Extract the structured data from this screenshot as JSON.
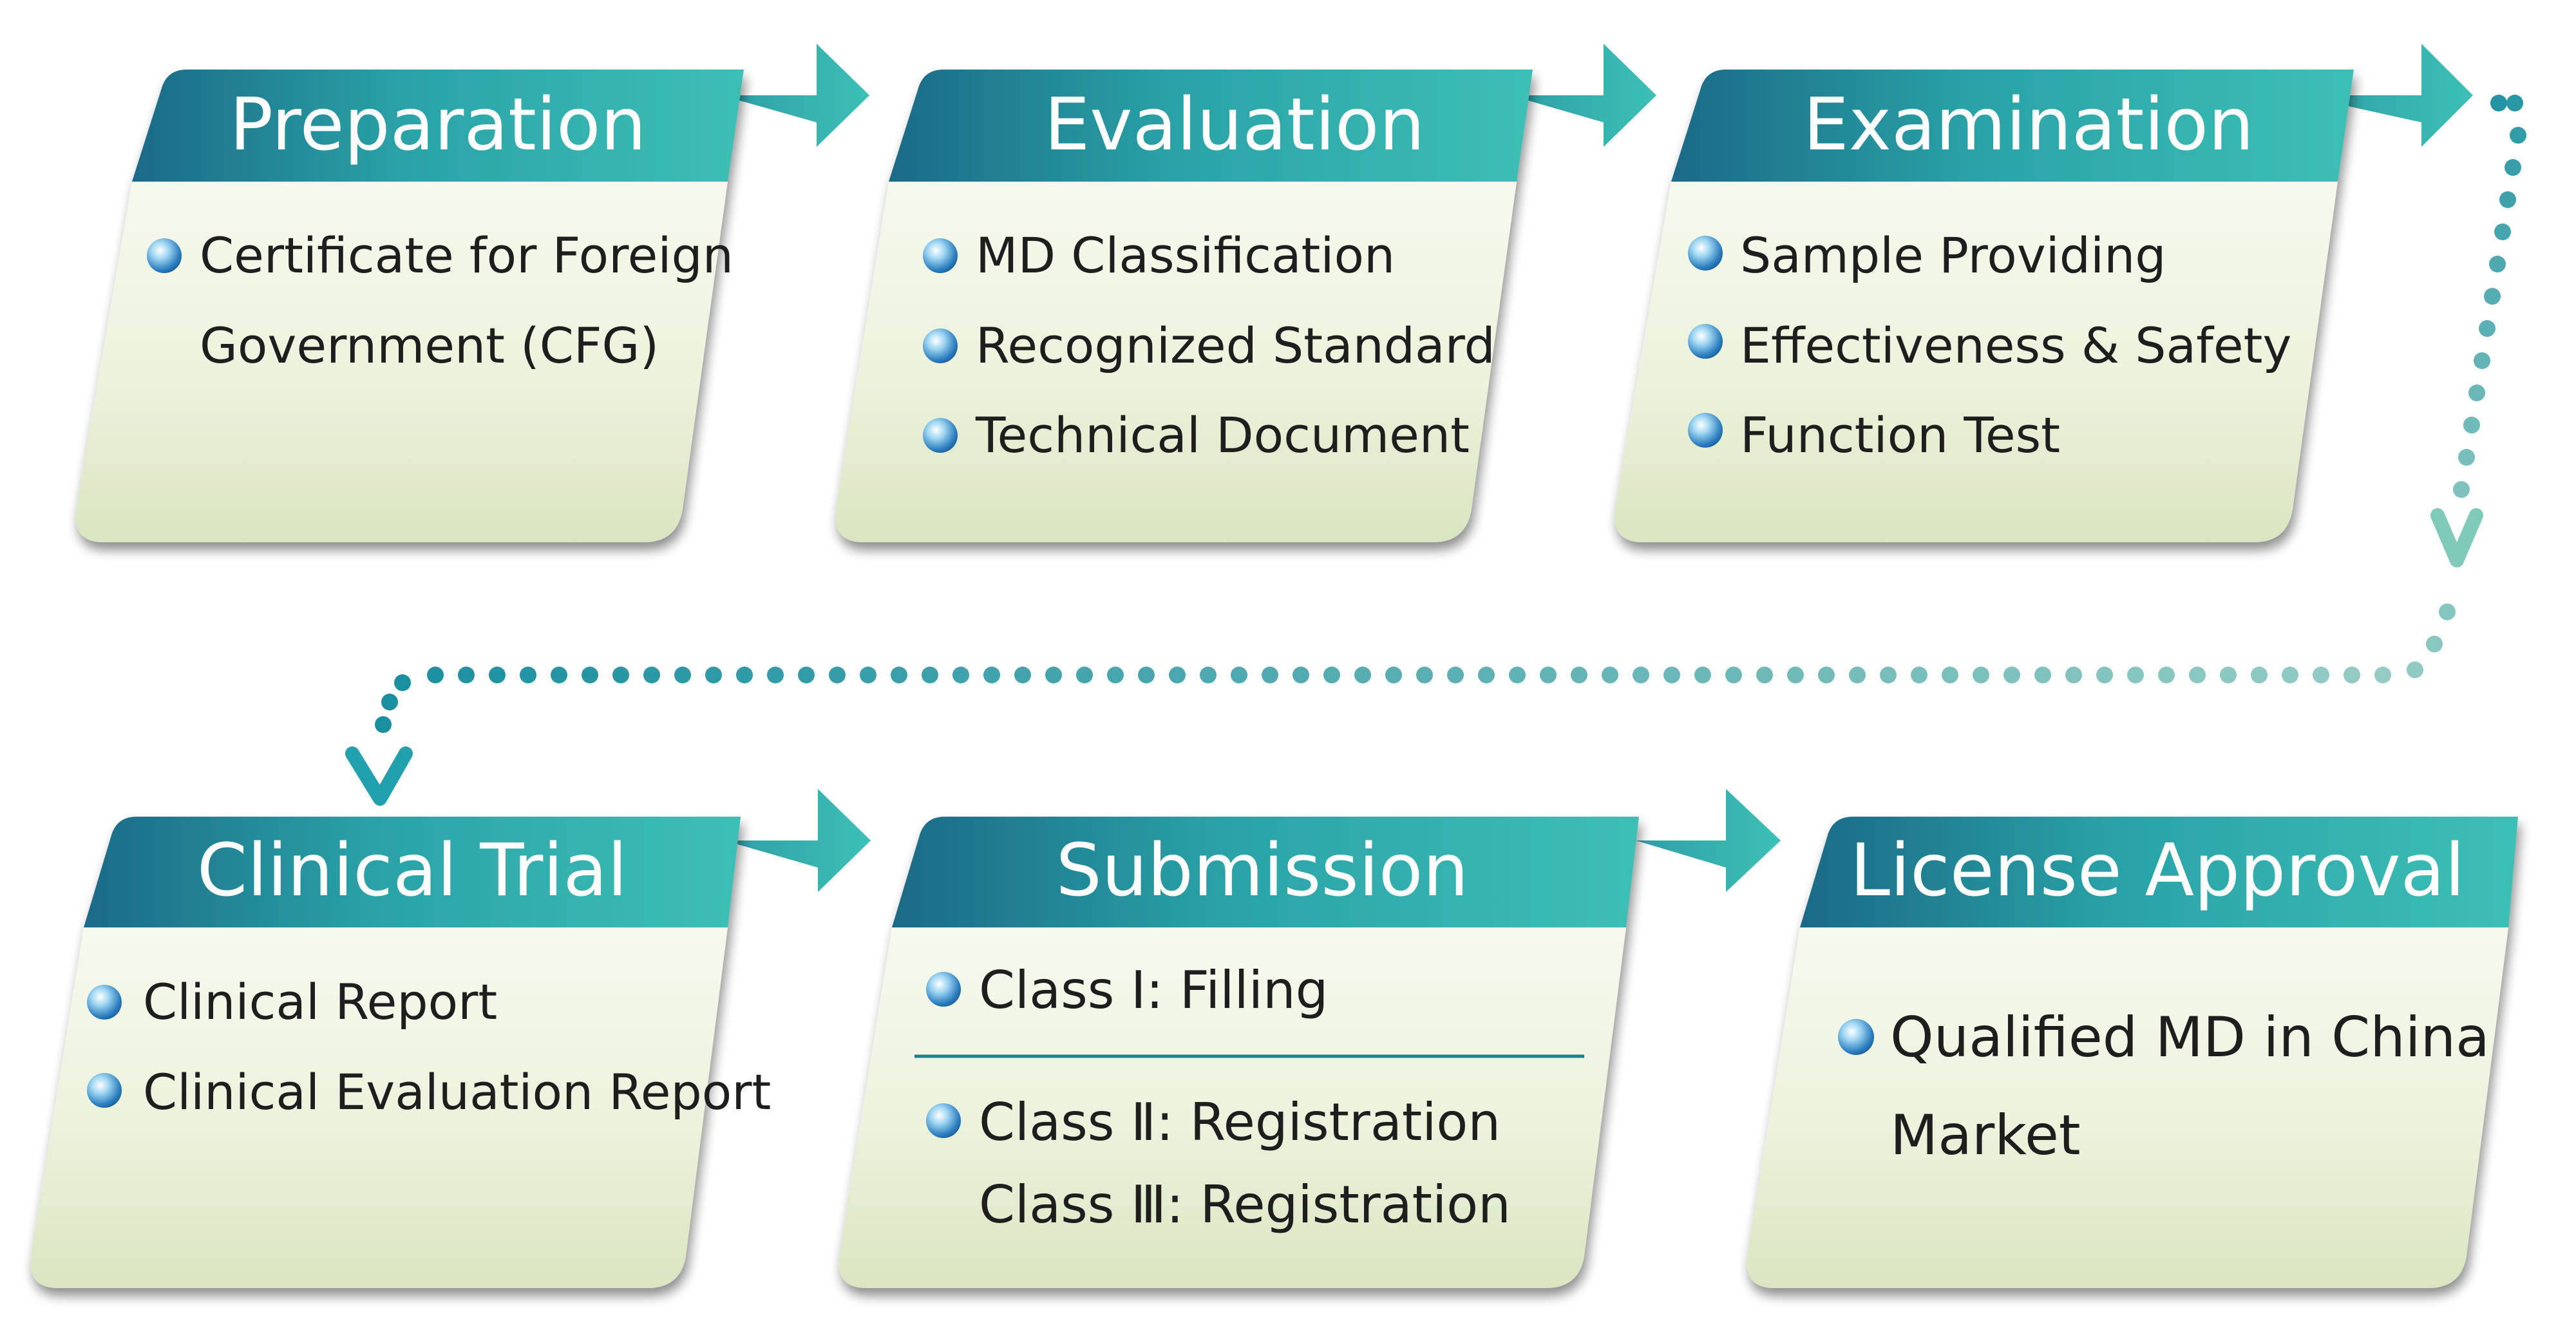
{
  "colors": {
    "header_dark": "#1b6a86",
    "header_light": "#3dbfb5",
    "arrow": "#32b1b1",
    "card_top": "#f4f8ea",
    "card_bottom": "#dce7c4",
    "divider": "#1f7f8c",
    "dots_dark": "#1a8fa0",
    "dots_light": "#cfe9d6"
  },
  "steps": [
    {
      "title": "Preparation",
      "bullets": [
        "Certificate for Foreign",
        "Government (CFG)"
      ]
    },
    {
      "title": "Evaluation",
      "bullets": [
        "MD Classification",
        "Recognized Standard",
        "Technical Document"
      ]
    },
    {
      "title": "Examination",
      "bullets": [
        "Sample Providing",
        "Effectiveness & Safety",
        "Function Test"
      ]
    },
    {
      "title": "Clinical Trial",
      "bullets": [
        "Clinical Report",
        "Clinical Evaluation Report"
      ]
    },
    {
      "title": "Submission",
      "class_one": "Class Ⅰ: Filling",
      "class_two": "Class Ⅱ: Registration",
      "class_three": "Class Ⅲ: Registration"
    },
    {
      "title": "License Approval",
      "bullets": [
        "Qualified MD in China",
        "Market"
      ]
    }
  ]
}
